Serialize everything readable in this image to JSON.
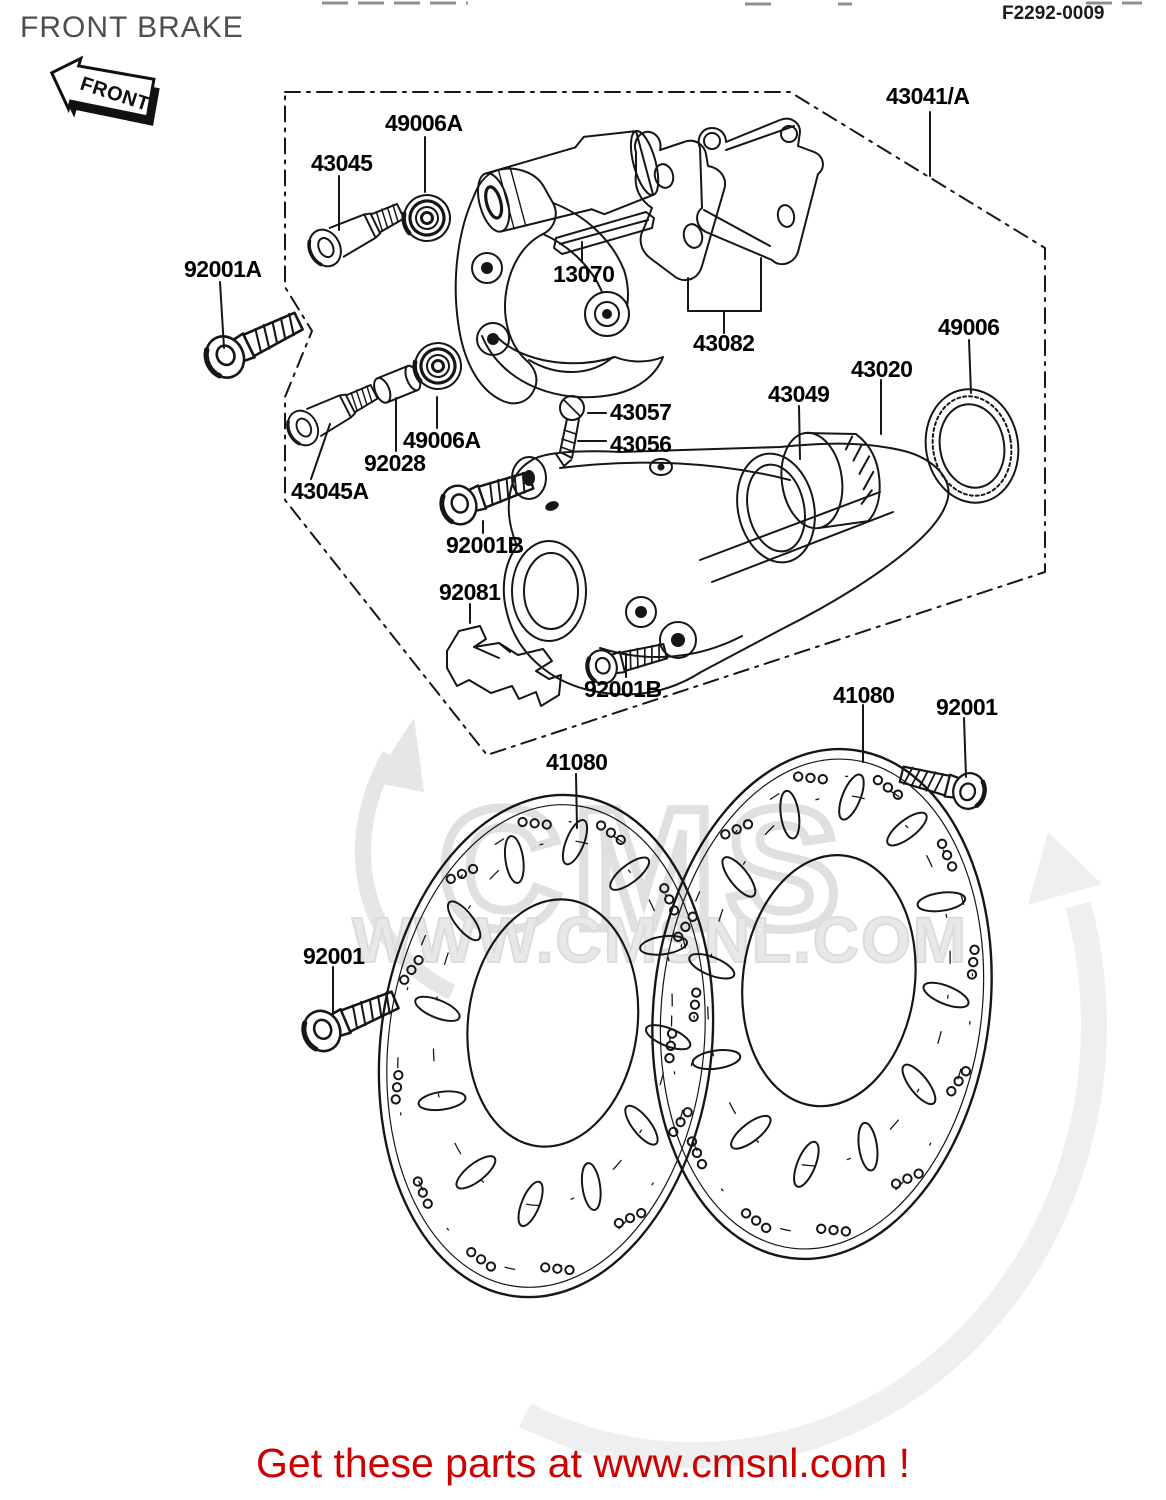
{
  "header": {
    "title": "FRONT BRAKE",
    "figure_code": "F2292-0009",
    "front_badge": "FRONT"
  },
  "watermark": {
    "logo": "CMS",
    "url": "WWW.CMSNL.COM"
  },
  "footer": {
    "text": "Get these parts at www.cmsnl.com !"
  },
  "colors": {
    "line": "#161616",
    "label": "#000000",
    "title_gray": "#4e4e4e",
    "footer_red": "#cc0000",
    "watermark_gray": "#e2e2e2"
  },
  "parts": [
    "43041/A",
    "49006A",
    "43045",
    "92001A",
    "13070",
    "43082",
    "49006",
    "43020",
    "43049",
    "43057",
    "43056",
    "49006A",
    "92028",
    "43045A",
    "92001B",
    "92081",
    "92001B",
    "41080",
    "92001",
    "41080",
    "92001"
  ]
}
